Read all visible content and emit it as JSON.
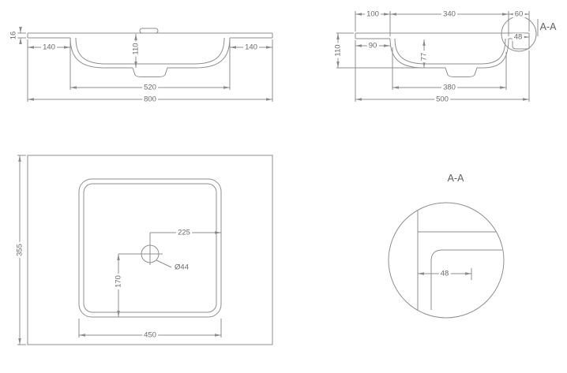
{
  "page": {
    "background": "#ffffff",
    "line_color": "#8f8f8f",
    "text_color": "#6b6b6b"
  },
  "views": {
    "front": {
      "name": "front-section-view",
      "dims": {
        "slab_thickness": "16",
        "left_offset": "140",
        "bowl_depth": "110",
        "right_offset": "140",
        "bowl_width": "520",
        "overall_width": "800"
      }
    },
    "side": {
      "name": "side-section-view",
      "section_mark": "A-A",
      "dims": {
        "front_ledge": "100",
        "bowl_length": "340",
        "back_ledge": "60",
        "overall_height": "110",
        "front_depth": "90",
        "bowl_inner_depth": "77",
        "edge_return": "48",
        "bowl_bottom_length": "380",
        "overall_depth": "500"
      }
    },
    "plan": {
      "name": "plan-view",
      "dims": {
        "overall_depth": "355",
        "drain_to_edge": "225",
        "drain_diameter": "Ø44",
        "drain_offset": "170",
        "bowl_width": "450"
      }
    },
    "detail": {
      "title": "A-A",
      "dims": {
        "edge_return": "48"
      }
    }
  }
}
